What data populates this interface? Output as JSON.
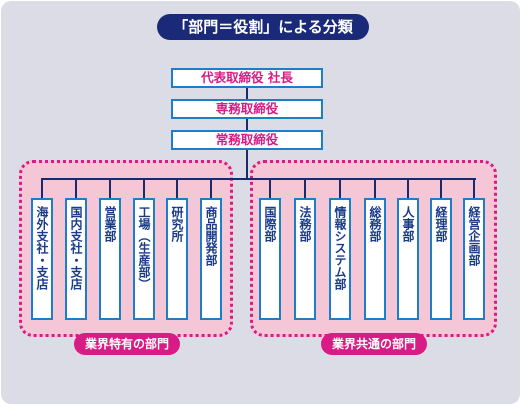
{
  "title": "「部門＝役割」による分類",
  "executives": [
    "代表取締役 社長",
    "専務取締役",
    "常務取締役"
  ],
  "groups": [
    {
      "label": "業界特有の部門",
      "departments": [
        "海外支社・支店",
        "国内支社・支店",
        "営業部",
        "工場（生産部）",
        "研究所",
        "商品開発部"
      ]
    },
    {
      "label": "業界共通の部門",
      "departments": [
        "国際部",
        "法務部",
        "情報システム部",
        "総務部",
        "人事部",
        "経理部",
        "経営企画部"
      ]
    }
  ],
  "colors": {
    "title_bg": "#1a2a78",
    "accent": "#d81b85",
    "box_border": "#1a7fc8",
    "group_bg": "#f4c6d6",
    "panel_bg": "#dcdce6"
  }
}
